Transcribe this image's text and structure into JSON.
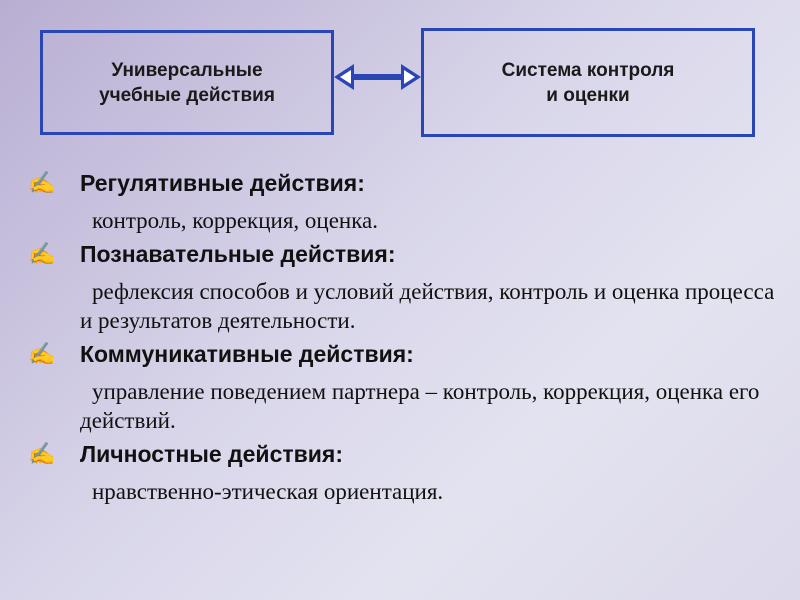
{
  "boxes": {
    "left": "Универсальные\nучебные действия",
    "right": "Система контроля\nи оценки"
  },
  "colors": {
    "box_border": "#2a45b4",
    "arrow": "#2a45b4"
  },
  "icons": {
    "bullet": "writing-hand-icon",
    "connector": "double-arrow-icon"
  },
  "items": [
    {
      "title": "Регулятивные действия:",
      "body": "контроль, коррекция, оценка."
    },
    {
      "title": "Познавательные действия:",
      "body": "рефлексия способов и условий действия, контроль и оценка процесса и результатов деятельности."
    },
    {
      "title": "Коммуникативные действия:",
      "body": "управление поведением партнера – контроль, коррекция, оценка его действий."
    },
    {
      "title": "Личностные действия:",
      "body": "нравственно-этическая ориентация."
    }
  ]
}
